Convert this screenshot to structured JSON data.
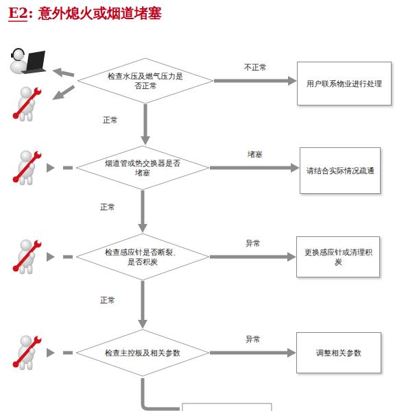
{
  "diagram": {
    "title": "E2: 意外熄火或烟道堵塞",
    "nodes": [
      {
        "text": [
          "检查水压及燃气压力是否正常"
        ]
      },
      {
        "text": [
          "用户联系物业进行处理"
        ]
      },
      {
        "text": [
          "烟道管或热交换器是否堵塞"
        ]
      },
      {
        "text": [
          "请结合实际情况疏通"
        ]
      },
      {
        "text": [
          "检查感应针是否断裂、是否积炭"
        ]
      },
      {
        "text": [
          "更换感应针或清理积炭"
        ]
      },
      {
        "text": [
          "检查主控板及相关参数"
        ]
      },
      {
        "text": [
          "调整相关参数"
        ]
      }
    ],
    "edges": [
      {
        "from": 0,
        "to": 1,
        "label": "不正常",
        "arrow": "to"
      },
      {
        "from": 0,
        "to": 2,
        "label": "正常",
        "arrow": "to"
      },
      {
        "from": 2,
        "to": 3,
        "label": "堵塞",
        "arrow": "to"
      },
      {
        "from": 2,
        "to": 4,
        "label": "正常",
        "arrow": "to"
      },
      {
        "from": 4,
        "to": 5,
        "label": "异常",
        "arrow": "to"
      },
      {
        "from": 4,
        "to": 6,
        "label": "正常",
        "arrow": "to"
      },
      {
        "from": 6,
        "to": 7,
        "label": "异常",
        "arrow": "to"
      }
    ]
  }
}
